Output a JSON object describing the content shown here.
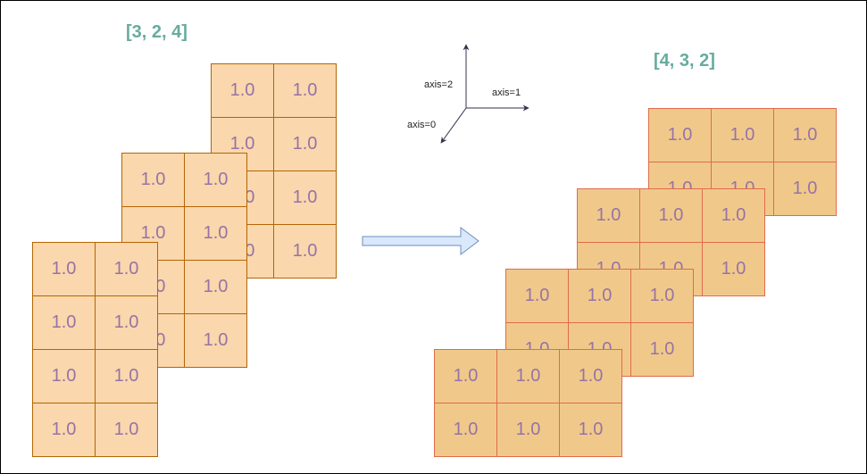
{
  "labels": {
    "input_shape": "[3, 2, 4]",
    "output_shape": "[4, 3, 2]"
  },
  "axes": {
    "axis0": "axis=0",
    "axis1": "axis=1",
    "axis2": "axis=2"
  },
  "cell_value": "1.0",
  "colors": {
    "shape_label": "#67ab9f",
    "cell_text": "#9673a6",
    "left_fill": "#fad7ac",
    "left_stroke": "#b46504",
    "right_fill": "#f0c98a",
    "right_stroke": "#e06b4c",
    "arrow_fill": "#dae8fc",
    "arrow_stroke": "#6c8ebf",
    "axis_stroke": "#33334d"
  },
  "input_tensor": {
    "slices": 3,
    "rows": 4,
    "cols": 2
  },
  "output_tensor": {
    "slices": 4,
    "rows": 2,
    "cols": 3
  }
}
